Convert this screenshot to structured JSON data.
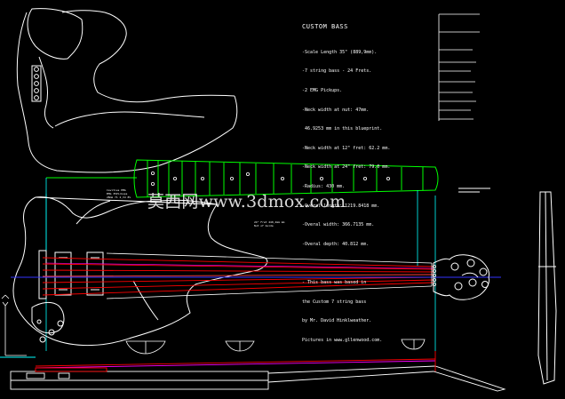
{
  "notes": {
    "title": "CUSTOM BASS",
    "specs": [
      "-Scale Length 35\" (889,9mm).",
      "-7 string bass - 24 Frets.",
      "-2 EMG Pickups.",
      "-Neck width at nut: 47mm.",
      " 46.9253 mm in this blueprint.",
      "-Neck width at 12\" fret: 62.2 mm.",
      "-Neck width at 24\" fret: 79.0 mm.",
      "-Radius: 430 mm.",
      "-Overal length: 1219.8418 mm.",
      "-Overal width: 366.7135 mm.",
      "-Overal depth: 40.812 mm."
    ],
    "credits": [
      "- This bass was based in",
      "the Custom 7 string bass",
      "by Mr. David Hinklweather.",
      "Pictures in www.gllenwood.com."
    ]
  },
  "watermark": "莫西网www.3dmox.com",
  "small_labels": {
    "body_note": "Cavities EMG\nEMG 35Pickups\n28mm 71 2,3d 8%",
    "neck_note": "24\" Fret 440,2mm mm\nNut of Guide"
  },
  "colors": {
    "background": "#000000",
    "outline": "#ffffff",
    "neck_outline": "#00ff00",
    "guides": "#00ffff",
    "strings": "#ff0000",
    "accent_string": "#ff00ff",
    "centerline": "#3333ff"
  }
}
